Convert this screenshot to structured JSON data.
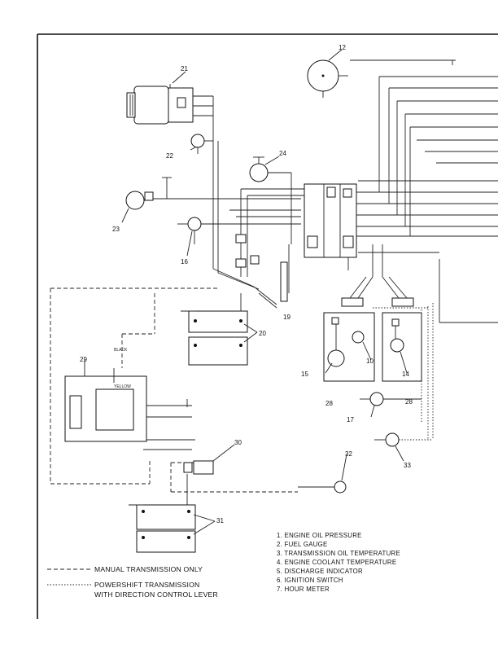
{
  "callouts": {
    "c10": "10",
    "c12": "12",
    "c14": "14",
    "c15": "15",
    "c16": "16",
    "c17": "17",
    "c19": "19",
    "c20": "20",
    "c21": "21",
    "c22": "22",
    "c23": "23",
    "c24": "24",
    "c28a": "28",
    "c28b": "28",
    "c29": "29",
    "c30": "30",
    "c31": "31",
    "c32": "32",
    "c33": "33"
  },
  "wire_labels": {
    "black": "BLACK",
    "yellow": "YELLOW"
  },
  "line_legend": {
    "manual": "MANUAL TRANSMISSION ONLY",
    "powershift_1": "POWERSHIFT TRANSMISSION",
    "powershift_2": "WITH DIRECTION CONTROL LEVER"
  },
  "gauge_key": [
    "1. ENGINE OIL PRESSURE",
    "2. FUEL GAUGE",
    "3. TRANSMISSION OIL TEMPERATURE",
    "4. ENGINE COOLANT TEMPERATURE",
    "5. DISCHARGE INDICATOR",
    "6. IGNITION SWITCH",
    "7. HOUR METER"
  ]
}
